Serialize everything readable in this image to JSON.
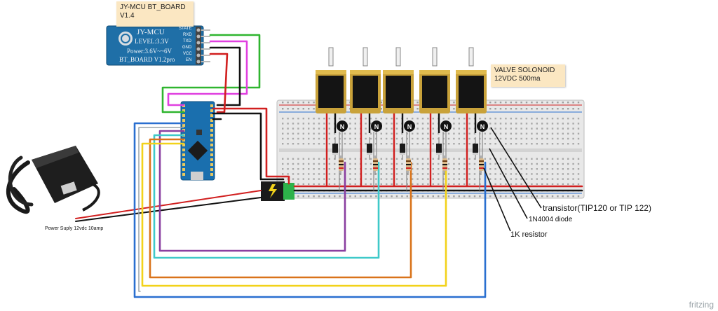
{
  "notes": {
    "bt_board": {
      "line1": "JY-MCU BT_BOARD",
      "line2": "V1.4"
    },
    "valve": {
      "line1": "VALVE SOLONOID",
      "line2": "12VDC 500ma"
    }
  },
  "bt_module": {
    "brand": "JY-MCU",
    "level": "LEVEL:3.3V",
    "power": "Power:3.6V~~6V",
    "board": "BT_BOARD V1.2pro",
    "pins": [
      "STATE",
      "RXD",
      "TXD",
      "GND",
      "VCC",
      "EN"
    ]
  },
  "labels": {
    "power_supply": "Power Suply 12vdc 10amp",
    "transistor": "transistor(TIP120 or TIP 122)",
    "diode": "1N4004 diode",
    "resistor": "1K resistor",
    "transistor_mark": "N",
    "brand": "fritzing"
  },
  "colors": {
    "breadboard": "#e8e8e8",
    "note": "#fbe7c2",
    "arduino": "#1a6fae",
    "bt_module": "#1f6fa7",
    "solenoid_gold": "#c9a23a",
    "wire_red": "#d11f1f",
    "wire_black": "#111111",
    "wire_magenta": "#e040e0",
    "wire_green": "#2fb52f",
    "wire_purple": "#8a3fa0",
    "wire_cyan": "#3fc9c9",
    "wire_orange": "#d9731a",
    "wire_yellow": "#f2d21a",
    "wire_blue": "#2a6fd0",
    "wire_gray": "#9aa3a8"
  }
}
